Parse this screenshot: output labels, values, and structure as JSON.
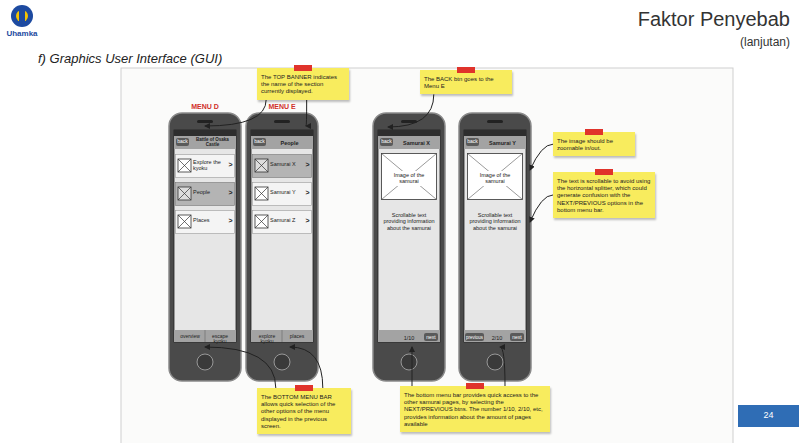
{
  "diagram": {
    "title": "Faktor Penyebab",
    "nodes": [
      {
        "text": [
          "The TOP BANNER indicates the name of the section currently displayed."
        ]
      },
      {
        "text": [
          "The BACK btn goes to the Menu E"
        ]
      },
      {
        "text": [
          "The image should be zoomable in/out."
        ]
      },
      {
        "text": [
          "The text is scrollable to avoid using the horizontal splitter, which could generate confusion with the NEXT/PREVIOUS options in the bottom menu bar."
        ]
      },
      {
        "text": [
          "The BOTTOM MENU BAR allows quick selection of the other options of the menu displayed in the previous screen."
        ]
      },
      {
        "text": [
          "The bottom menu bar provides quick access to the other samurai pages, by selecting the NEXT/PREVIOUS btns. The number 1/10, 2/10, etc, provides information about the amount of pages available"
        ]
      }
    ],
    "labels": [
      "Uhamka",
      "(lanjutan)",
      "f) Graphics User Interface (GUI)",
      "MENU D",
      "MENU E",
      "back",
      "Battle of Osaka Castle",
      "Explore the kyoku",
      ">",
      "People",
      ">",
      "Places",
      ">",
      "overview",
      "escape kyoku",
      "back",
      "People",
      "Samurai X",
      ">",
      "Samurai Y",
      ">",
      "Samurai Z",
      ">",
      "explore kyoku",
      "places",
      "back",
      "Samurai X",
      "Image of the samurai",
      "Scrollable text providing information about the samurai",
      "1/10",
      "next",
      "back",
      "Samurai Y",
      "Image of the samurai",
      "Scrollable text providing information about the samurai",
      "previous",
      "2/10",
      "next",
      "24"
    ]
  }
}
